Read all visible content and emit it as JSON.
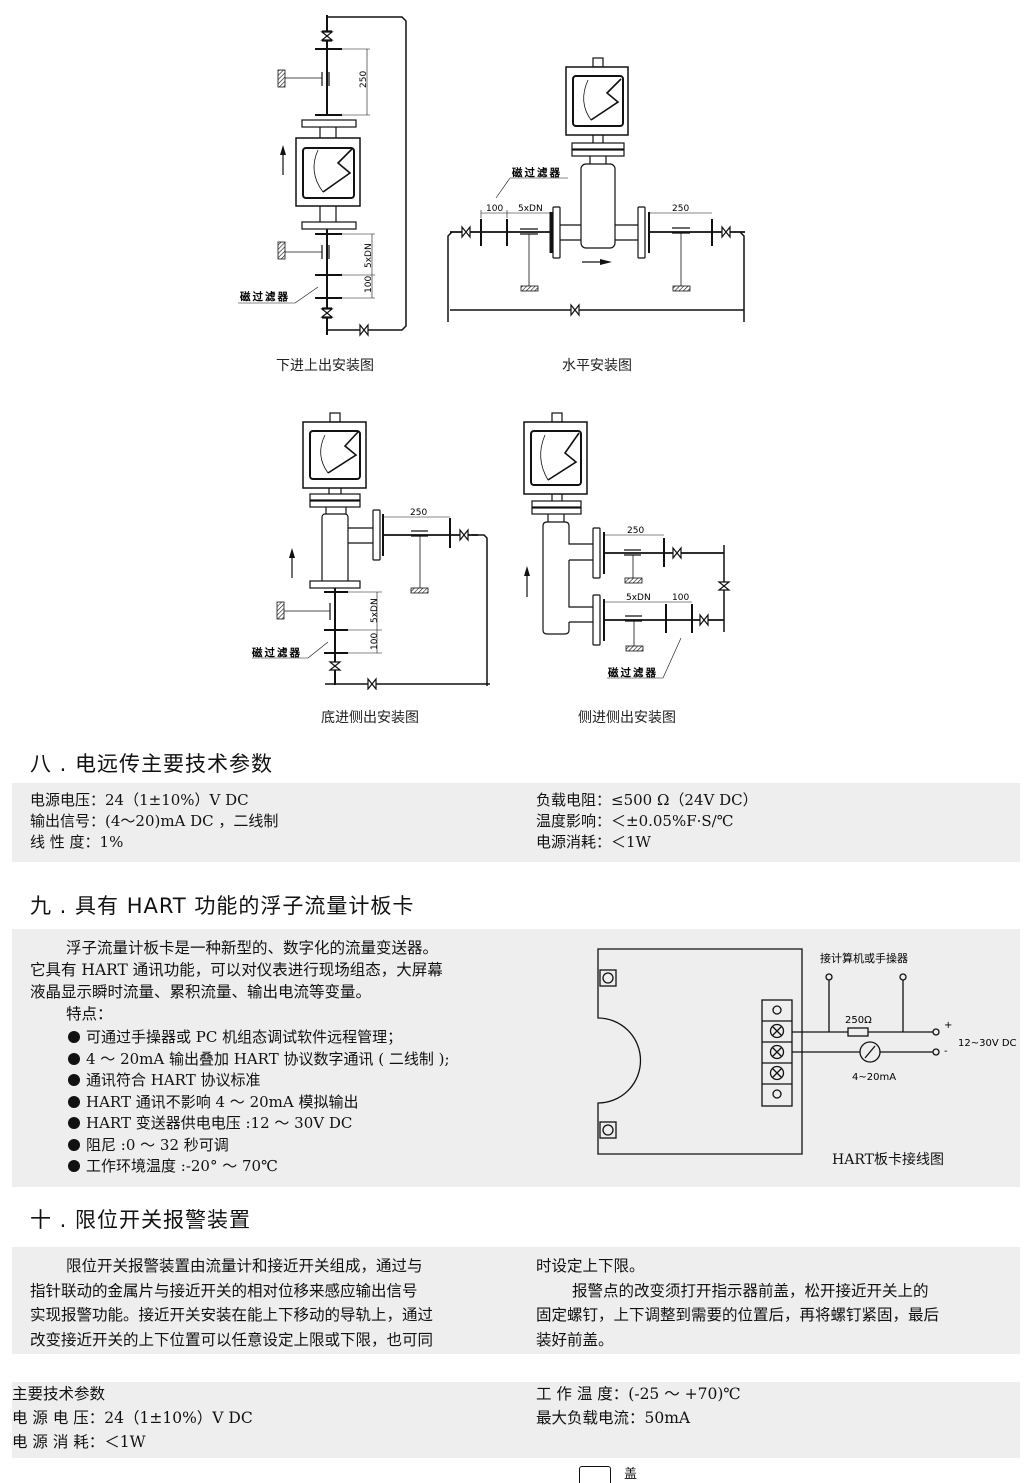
{
  "diagrams": {
    "vertical_up": {
      "caption": "下进上出安装图",
      "filter_label": "磁过滤器",
      "dims": [
        "250",
        "5xDN",
        "100"
      ]
    },
    "horizontal": {
      "caption": "水平安装图",
      "filter_label": "磁过滤器",
      "dims": [
        "100",
        "5xDN",
        "250"
      ]
    },
    "bottom_side": {
      "caption": "底进侧出安装图",
      "filter_label": "磁过滤器",
      "dims": [
        "250",
        "5xDN",
        "100"
      ]
    },
    "side_side": {
      "caption": "侧进侧出安装图",
      "filter_label": "磁过滤器",
      "dims": [
        "250",
        "5xDN",
        "100"
      ]
    }
  },
  "section8": {
    "title": "八 . 电远传主要技术参数",
    "left": [
      "电源电压：24（1±10%）V DC",
      "输出信号：(4～20)mA DC ，二线制",
      "线 性 度：1%"
    ],
    "right": [
      "负载电阻：≤500 Ω（24V DC）",
      "温度影响：＜±0.05%F·S/℃",
      "电源消耗：＜1W"
    ]
  },
  "section9": {
    "title": "九 . 具有 HART 功能的浮子流量计板卡",
    "intro_lines": [
      "浮子流量计板卡是一种新型的、数字化的流量变送器。",
      "它具有 HART 通讯功能，可以对仪表进行现场组态，大屏幕",
      "液晶显示瞬时流量、累积流量、输出电流等变量。"
    ],
    "features_label": "特点：",
    "features": [
      "可通过手操器或 PC 机组态调试软件远程管理；",
      "4 ～ 20mA 输出叠加 HART 协议数字通讯 ( 二线制 );",
      "通讯符合 HART 协议标准",
      "HART 通讯不影响 4 ～ 20mA 模拟输出",
      "HART 变送器供电电压 :12 ～ 30V DC",
      "阻尼 :0 ～ 32 秒可调",
      "工作环境温度 :-20° ～ 70℃"
    ],
    "wiring": {
      "caption": "HART板卡接线图",
      "computer_label": "接计算机或手操器",
      "resistor_label": "250Ω",
      "current_label": "4~20mA",
      "supply_label": "12~30V DC",
      "plus": "+",
      "minus": "-"
    }
  },
  "section10": {
    "title": "十 . 限位开关报警装置",
    "left_lines": [
      "限位开关报警装置由流量计和接近开关组成，通过与",
      "指针联动的金属片与接近开关的相对位移来感应输出信号",
      "实现报警功能。接近开关安装在能上下移动的导轨上，通过",
      "改变接近开关的上下位置可以任意设定上限或下限，也可同"
    ],
    "right_lines": [
      "时设定上下限。",
      "报警点的改变须打开指示器前盖，松开接近开关上的",
      "固定螺钉，上下调整到需要的位置后，再将螺钉紧固，最后",
      "装好前盖。"
    ]
  },
  "params": {
    "left": [
      "主要技术参数",
      "电 源 电 压：24（1±10%）V DC",
      "电 源 消 耗：＜1W"
    ],
    "right": [
      "工 作 温 度：(-25 ～ +70)℃",
      "最大负载电流：50mA"
    ]
  },
  "footer": {
    "fragment": "盖"
  }
}
